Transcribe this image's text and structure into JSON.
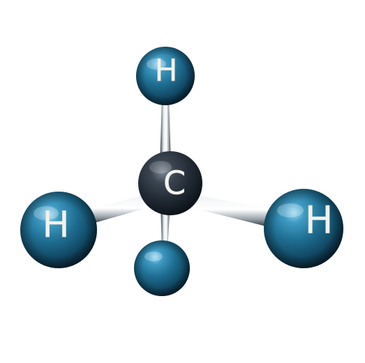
{
  "molecule": {
    "atoms": {
      "carbon": {
        "symbol": "C"
      },
      "hydrogen_top": {
        "symbol": "H"
      },
      "hydrogen_left": {
        "symbol": "H"
      },
      "hydrogen_right": {
        "symbol": "H"
      },
      "hydrogen_bottom": {
        "symbol": ""
      }
    }
  },
  "colors": {
    "background": "#ffffff",
    "hydrogen_base": "#1f6f93",
    "hydrogen_dark": "#0b2d42",
    "hydrogen_highlight": "#8fd0ec",
    "carbon_base": "#2a3440",
    "carbon_dark": "#0d1218",
    "bond_light": "#eef1f3",
    "bond_dark": "#26313a"
  }
}
